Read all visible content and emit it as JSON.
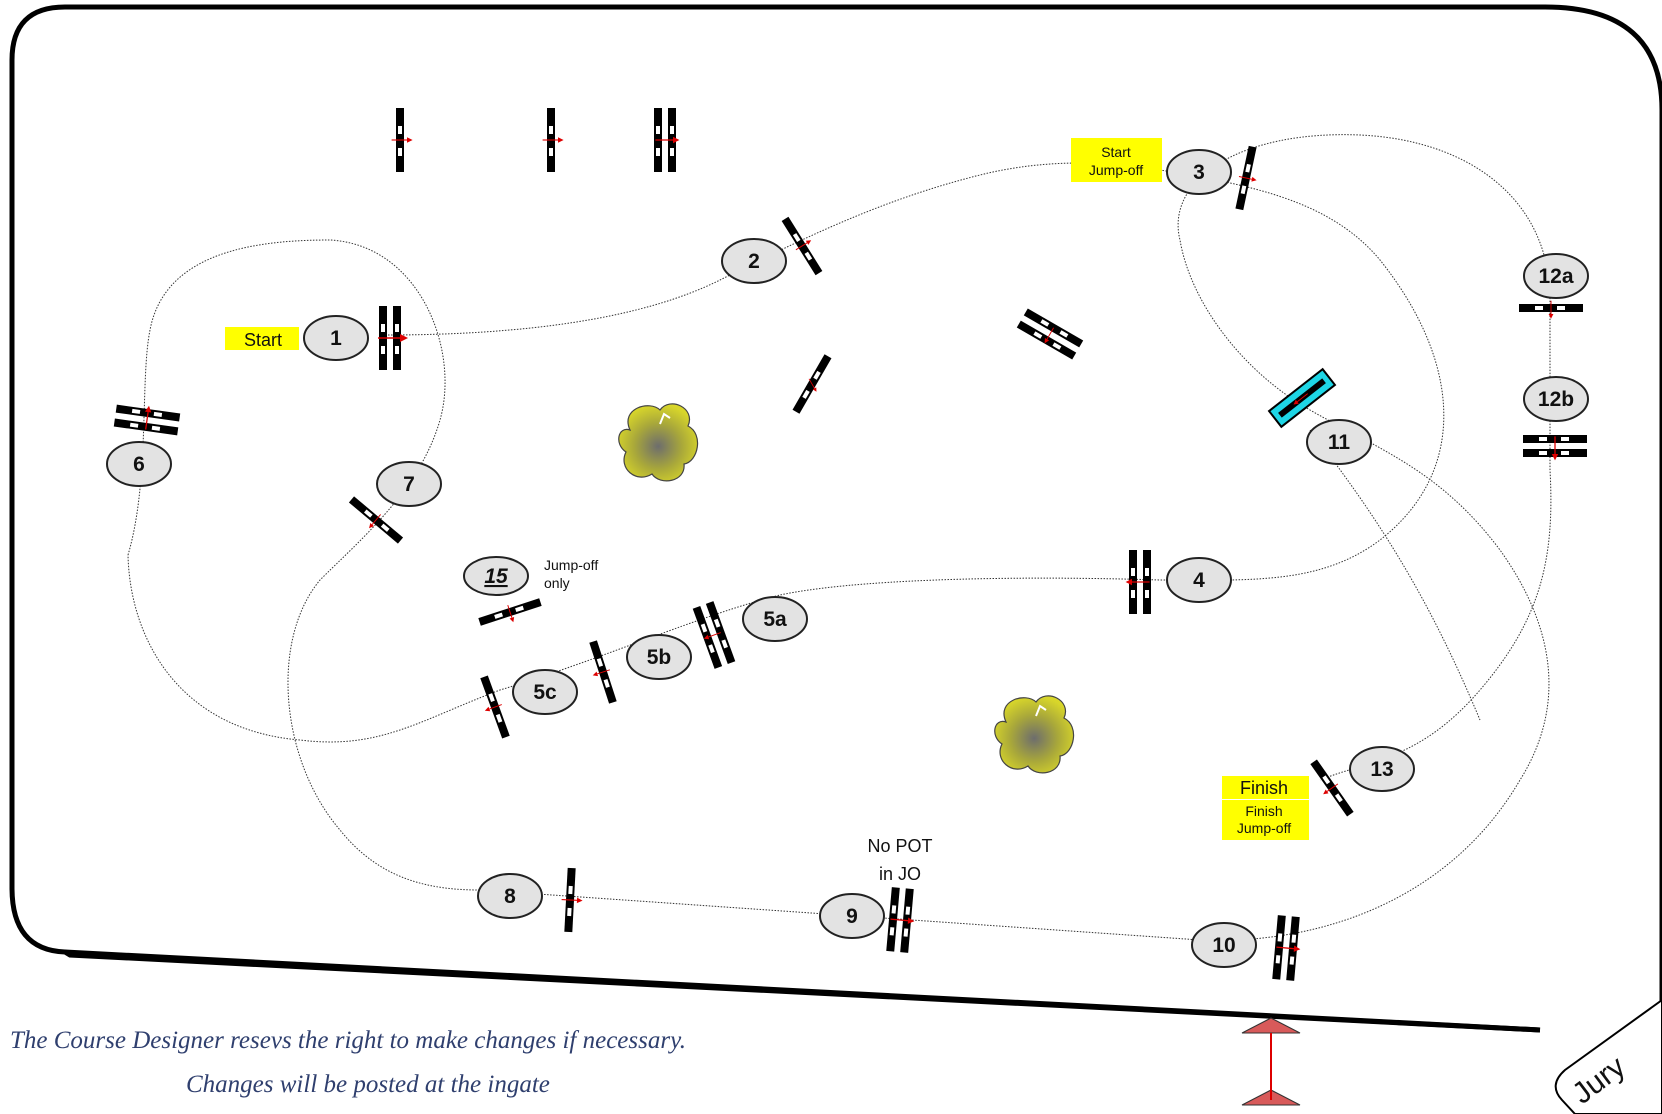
{
  "labels": {
    "start": "Start",
    "start_jump_off": [
      "Start",
      "Jump-off"
    ],
    "finish": "Finish",
    "finish_jump_off": [
      "Finish",
      "Jump-off"
    ],
    "jump_off_only": [
      "Jump-off",
      "only"
    ],
    "no_pot": [
      "No POT",
      "in JO"
    ],
    "jury": "Jury"
  },
  "obstacles": {
    "o1": "1",
    "o2": "2",
    "o3": "3",
    "o4": "4",
    "o5a": "5a",
    "o5b": "5b",
    "o5c": "5c",
    "o6": "6",
    "o7": "7",
    "o8": "8",
    "o9": "9",
    "o10": "10",
    "o11": "11",
    "o12a": "12a",
    "o12b": "12b",
    "o13": "13",
    "o15": "15"
  },
  "footer": {
    "line1": "The Course Designer resevs the right to make changes if necessary.",
    "line2": "Changes will be posted at the ingate"
  },
  "colors": {
    "label_highlight": "#ffff00",
    "water_jump": "#1ed6e6",
    "tree": "#c9c82a",
    "footer_text": "#2f3f6e",
    "direction_arrow": "#dd0000"
  }
}
